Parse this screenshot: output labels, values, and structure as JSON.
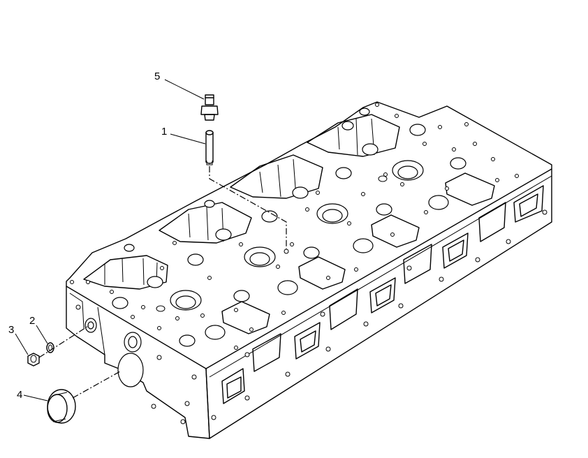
{
  "callouts": [
    {
      "label": "1",
      "part": "sleeve"
    },
    {
      "label": "2",
      "part": "sealing-washer"
    },
    {
      "label": "3",
      "part": "plug"
    },
    {
      "label": "4",
      "part": "expansion-plug"
    },
    {
      "label": "5",
      "part": "adapter"
    }
  ],
  "line_color": "#000000",
  "background": "#ffffff"
}
